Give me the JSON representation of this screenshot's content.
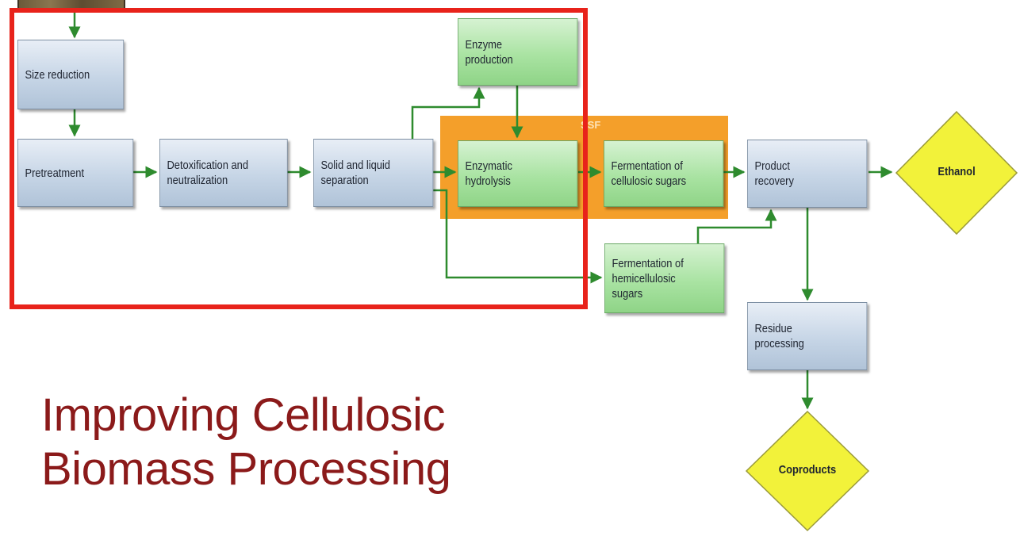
{
  "diagram": {
    "title": "Improving Cellulosic\nBiomass Processing",
    "ssf_label": "SSF",
    "nodes": {
      "size_reduction": "Size reduction",
      "pretreatment": "Pretreatment",
      "detox": "Detoxification and\nneutralization",
      "separation": "Solid and liquid\nseparation",
      "enzyme_production": "Enzyme\nproduction",
      "hydrolysis": "Enzymatic\nhydrolysis",
      "ferm_cellulosic": "Fermentation of\ncellulosic sugars",
      "ferm_hemi": "Fermentation of\nhemicellulosic\nsugars",
      "product_recovery": "Product\nrecovery",
      "residue": "Residue\nprocessing",
      "ethanol": "Ethanol",
      "coproducts": "Coproducts"
    },
    "colors": {
      "process_box": "#c6d5e6",
      "enzyme_box": "#a9e3a2",
      "ssf_region": "#f39a1f",
      "output_diamond": "#f2f23a",
      "arrow": "#2e8b2e",
      "highlight": "#e8231b",
      "title": "#8b1a1a"
    }
  }
}
